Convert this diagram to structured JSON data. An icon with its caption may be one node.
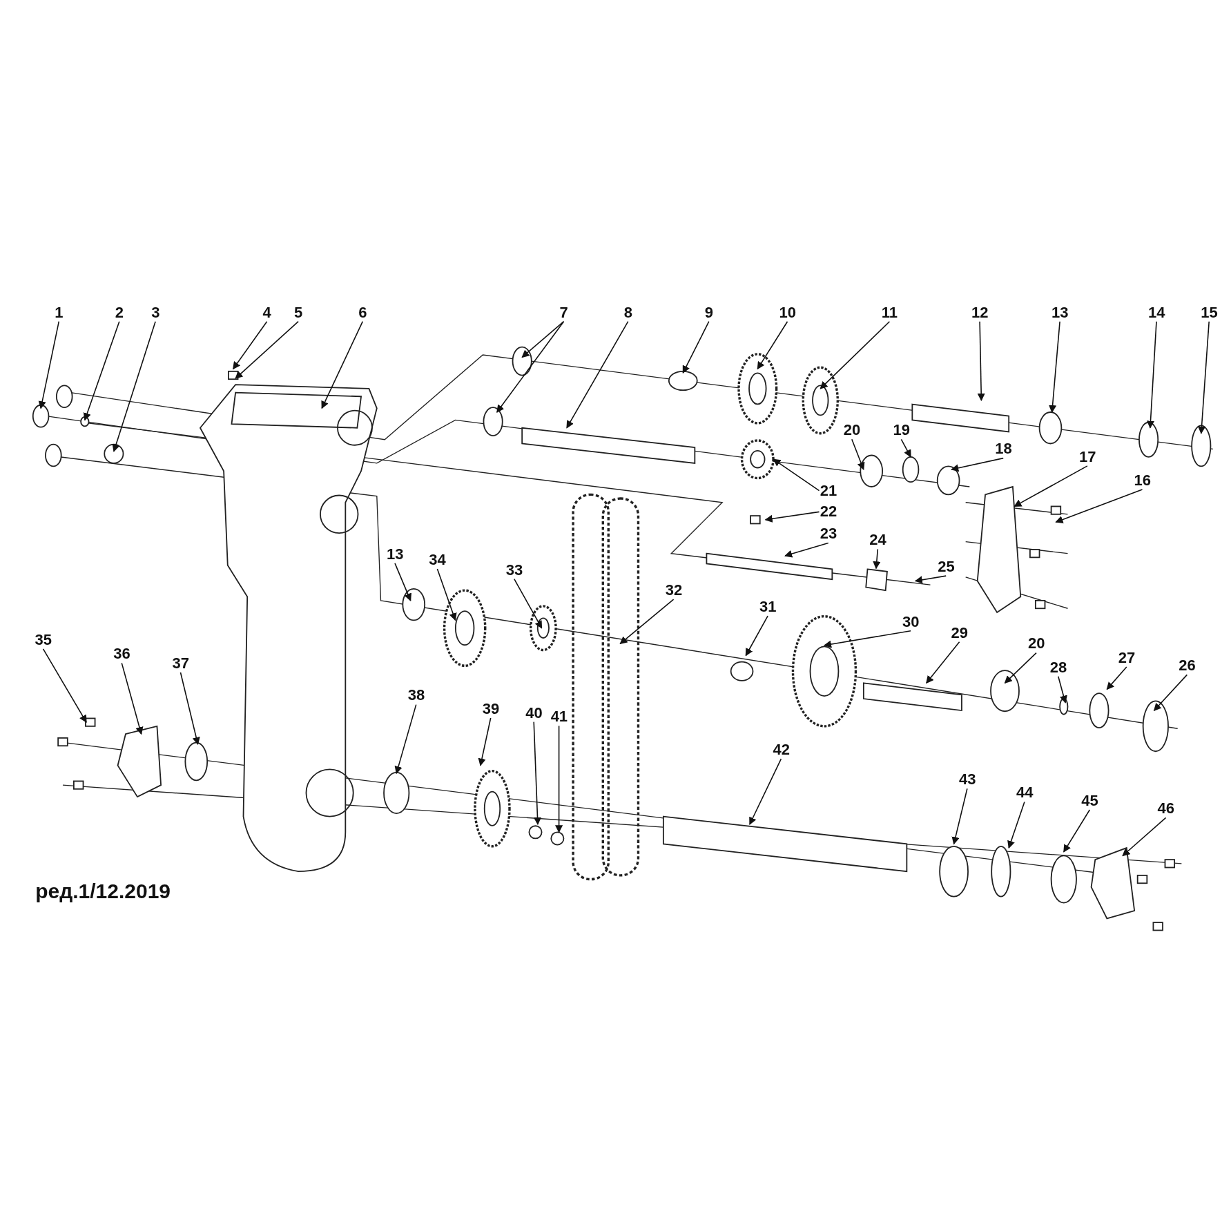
{
  "diagram": {
    "nodes": [
      {
        "text": [
          "1"
        ]
      },
      {
        "text": [
          "2"
        ]
      },
      {
        "text": [
          "3"
        ]
      },
      {
        "text": [
          "4"
        ]
      },
      {
        "text": [
          "5"
        ]
      },
      {
        "text": [
          "6"
        ]
      },
      {
        "text": [
          "7"
        ]
      },
      {
        "text": [
          "8"
        ]
      },
      {
        "text": [
          "9"
        ]
      },
      {
        "text": [
          "10"
        ]
      },
      {
        "text": [
          "11"
        ]
      },
      {
        "text": [
          "12"
        ]
      },
      {
        "text": [
          "13"
        ]
      },
      {
        "text": [
          "14"
        ]
      },
      {
        "text": [
          "15"
        ]
      },
      {
        "text": [
          "20"
        ]
      },
      {
        "text": [
          "19"
        ]
      },
      {
        "text": [
          "18"
        ]
      },
      {
        "text": [
          "17"
        ]
      },
      {
        "text": [
          "16"
        ]
      },
      {
        "text": [
          "21"
        ]
      },
      {
        "text": [
          "22"
        ]
      },
      {
        "text": [
          "23"
        ]
      },
      {
        "text": [
          "24"
        ]
      },
      {
        "text": [
          "25"
        ]
      },
      {
        "text": [
          "13"
        ]
      },
      {
        "text": [
          "34"
        ]
      },
      {
        "text": [
          "33"
        ]
      },
      {
        "text": [
          "32"
        ]
      },
      {
        "text": [
          "31"
        ]
      },
      {
        "text": [
          "30"
        ]
      },
      {
        "text": [
          "29"
        ]
      },
      {
        "text": [
          "20"
        ]
      },
      {
        "text": [
          "28"
        ]
      },
      {
        "text": [
          "27"
        ]
      },
      {
        "text": [
          "26"
        ]
      },
      {
        "text": [
          "35"
        ]
      },
      {
        "text": [
          "36"
        ]
      },
      {
        "text": [
          "37"
        ]
      },
      {
        "text": [
          "38"
        ]
      },
      {
        "text": [
          "39"
        ]
      },
      {
        "text": [
          "40"
        ]
      },
      {
        "text": [
          "41"
        ]
      },
      {
        "text": [
          "42"
        ]
      },
      {
        "text": [
          "43"
        ]
      },
      {
        "text": [
          "44"
        ]
      },
      {
        "text": [
          "45"
        ]
      },
      {
        "text": [
          "46"
        ]
      }
    ],
    "edges": [
      {
        "from": 0,
        "to": null,
        "arrow": "to"
      },
      {
        "from": 1,
        "to": null,
        "arrow": "to"
      },
      {
        "from": 2,
        "to": null,
        "arrow": "to"
      },
      {
        "from": 3,
        "to": null,
        "arrow": "to"
      },
      {
        "from": 4,
        "to": null,
        "arrow": "to"
      },
      {
        "from": 5,
        "to": null,
        "arrow": "to"
      },
      {
        "from": 6,
        "to": null,
        "arrow": "to"
      },
      {
        "from": 6,
        "to": null,
        "arrow": "to"
      },
      {
        "from": 7,
        "to": null,
        "arrow": "to"
      },
      {
        "from": 8,
        "to": null,
        "arrow": "to"
      },
      {
        "from": 9,
        "to": null,
        "arrow": "to"
      },
      {
        "from": 10,
        "to": null,
        "arrow": "to"
      },
      {
        "from": 11,
        "to": null,
        "arrow": "to"
      },
      {
        "from": 12,
        "to": null,
        "arrow": "to"
      },
      {
        "from": 13,
        "to": null,
        "arrow": "to"
      },
      {
        "from": 14,
        "to": null,
        "arrow": "to"
      },
      {
        "from": 15,
        "to": null,
        "arrow": "to"
      },
      {
        "from": 16,
        "to": null,
        "arrow": "to"
      },
      {
        "from": 17,
        "to": null,
        "arrow": "to"
      },
      {
        "from": 18,
        "to": null,
        "arrow": "to"
      },
      {
        "from": 19,
        "to": null,
        "arrow": "to"
      },
      {
        "from": 20,
        "to": null,
        "arrow": "to"
      },
      {
        "from": 21,
        "to": null,
        "arrow": "to"
      },
      {
        "from": 22,
        "to": null,
        "arrow": "to"
      },
      {
        "from": 23,
        "to": null,
        "arrow": "to"
      },
      {
        "from": 24,
        "to": null,
        "arrow": "to"
      },
      {
        "from": 25,
        "to": null,
        "arrow": "to"
      },
      {
        "from": 26,
        "to": null,
        "arrow": "to"
      },
      {
        "from": 27,
        "to": null,
        "arrow": "to"
      },
      {
        "from": 28,
        "to": null,
        "arrow": "to"
      },
      {
        "from": 29,
        "to": null,
        "arrow": "to"
      },
      {
        "from": 30,
        "to": null,
        "arrow": "to"
      },
      {
        "from": 31,
        "to": null,
        "arrow": "to"
      },
      {
        "from": 32,
        "to": null,
        "arrow": "to"
      },
      {
        "from": 33,
        "to": null,
        "arrow": "to"
      },
      {
        "from": 34,
        "to": null,
        "arrow": "to"
      },
      {
        "from": 35,
        "to": null,
        "arrow": "to"
      },
      {
        "from": 36,
        "to": null,
        "arrow": "to"
      },
      {
        "from": 37,
        "to": null,
        "arrow": "to"
      },
      {
        "from": 38,
        "to": null,
        "arrow": "to"
      },
      {
        "from": 39,
        "to": null,
        "arrow": "to"
      },
      {
        "from": 40,
        "to": null,
        "arrow": "to"
      },
      {
        "from": 41,
        "to": null,
        "arrow": "to"
      },
      {
        "from": 42,
        "to": null,
        "arrow": "to"
      },
      {
        "from": 43,
        "to": null,
        "arrow": "to"
      },
      {
        "from": 44,
        "to": null,
        "arrow": "to"
      },
      {
        "from": 45,
        "to": null,
        "arrow": "to"
      },
      {
        "from": 46,
        "to": null,
        "arrow": "to"
      },
      {
        "from": 47,
        "to": null,
        "arrow": "to"
      }
    ],
    "labels": [
      "ред.1/12.2019"
    ]
  }
}
